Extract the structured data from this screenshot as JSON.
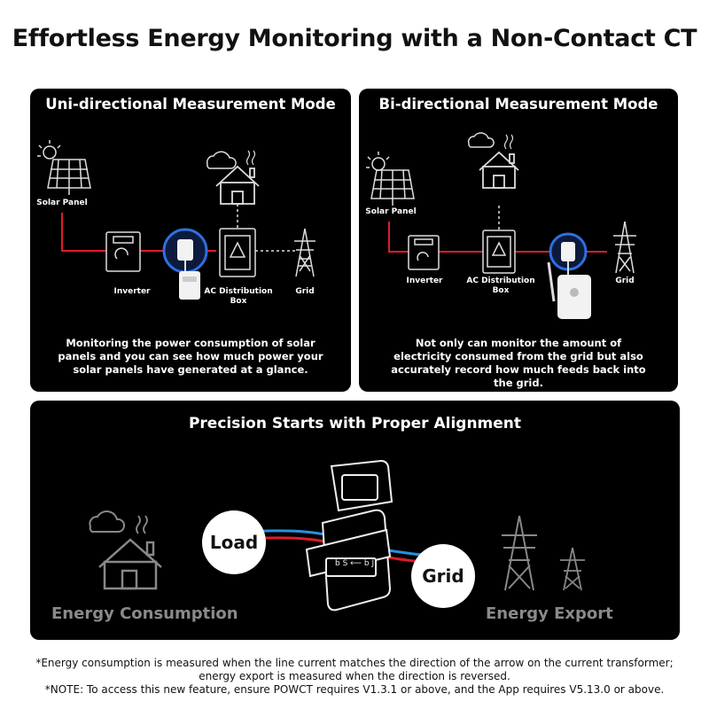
{
  "title": "Effortless Energy Monitoring with a Non-Contact CT",
  "uni": {
    "title": "Uni-directional Measurement Mode",
    "labels": {
      "solar_panel": "Solar Panel",
      "inverter": "Inverter",
      "ac_box_line1": "AC Distribution",
      "ac_box_line2": "Box",
      "grid": "Grid"
    },
    "description": "Monitoring the power consumption of solar panels and you can see how much power your solar panels have generated at a glance."
  },
  "bi": {
    "title": "Bi-directional Measurement Mode",
    "labels": {
      "solar_panel": "Solar Panel",
      "inverter": "Inverter",
      "ac_box_line1": "AC Distribution",
      "ac_box_line2": "Box",
      "grid": "Grid"
    },
    "description": "Not only can monitor the amount of electricity consumed from the grid but also accurately record how much feeds back into the grid."
  },
  "alignment": {
    "title": "Precision Starts with Proper Alignment",
    "load_label": "Load",
    "grid_label": "Grid",
    "consumption_label": "Energy Consumption",
    "export_label": "Energy Export"
  },
  "footnotes": {
    "line1": "*Energy consumption is measured when the line current matches the direction of the arrow on the current transformer;",
    "line2": "energy export is measured when the direction is reversed.",
    "line3": "*NOTE: To access this new feature, ensure POWCT requires V1.3.1 or above, and the App requires V5.13.0 or above."
  },
  "colors": {
    "panel_bg": "#000000",
    "red_line": "#e01b2a",
    "blue_line": "#2b8fe0",
    "ct_glow": "#2f6fe0",
    "muted_text": "#8a8a8a"
  }
}
